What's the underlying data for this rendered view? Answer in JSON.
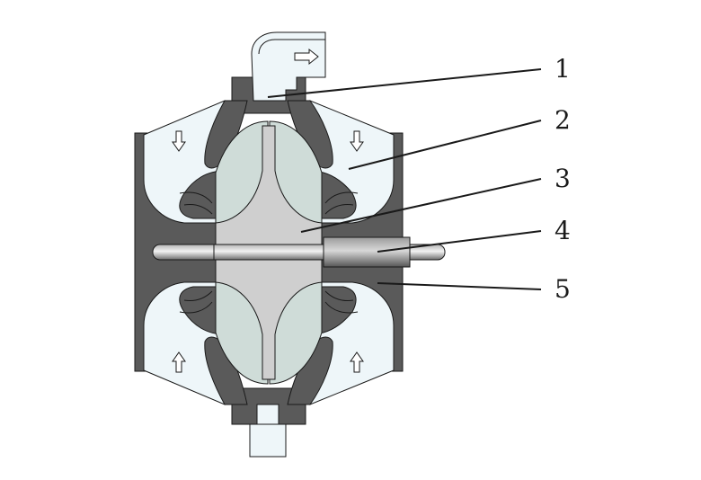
{
  "diagram": {
    "callouts": [
      {
        "number": "1",
        "target": "outlet-duct"
      },
      {
        "number": "2",
        "target": "volute-casing"
      },
      {
        "number": "3",
        "target": "impeller"
      },
      {
        "number": "4",
        "target": "shaft"
      },
      {
        "number": "5",
        "target": "housing"
      }
    ],
    "colors": {
      "housing": "#5a5a5a",
      "impeller_blades": "#cfdcd8",
      "hub": "#cfcfcf",
      "fluid": "#eef6f9",
      "shaft": "#8a8a8a",
      "line": "#1a1a1a"
    },
    "icons": [
      "flow-arrow-right-icon",
      "flow-arrow-down-icon",
      "flow-arrow-up-icon"
    ]
  }
}
